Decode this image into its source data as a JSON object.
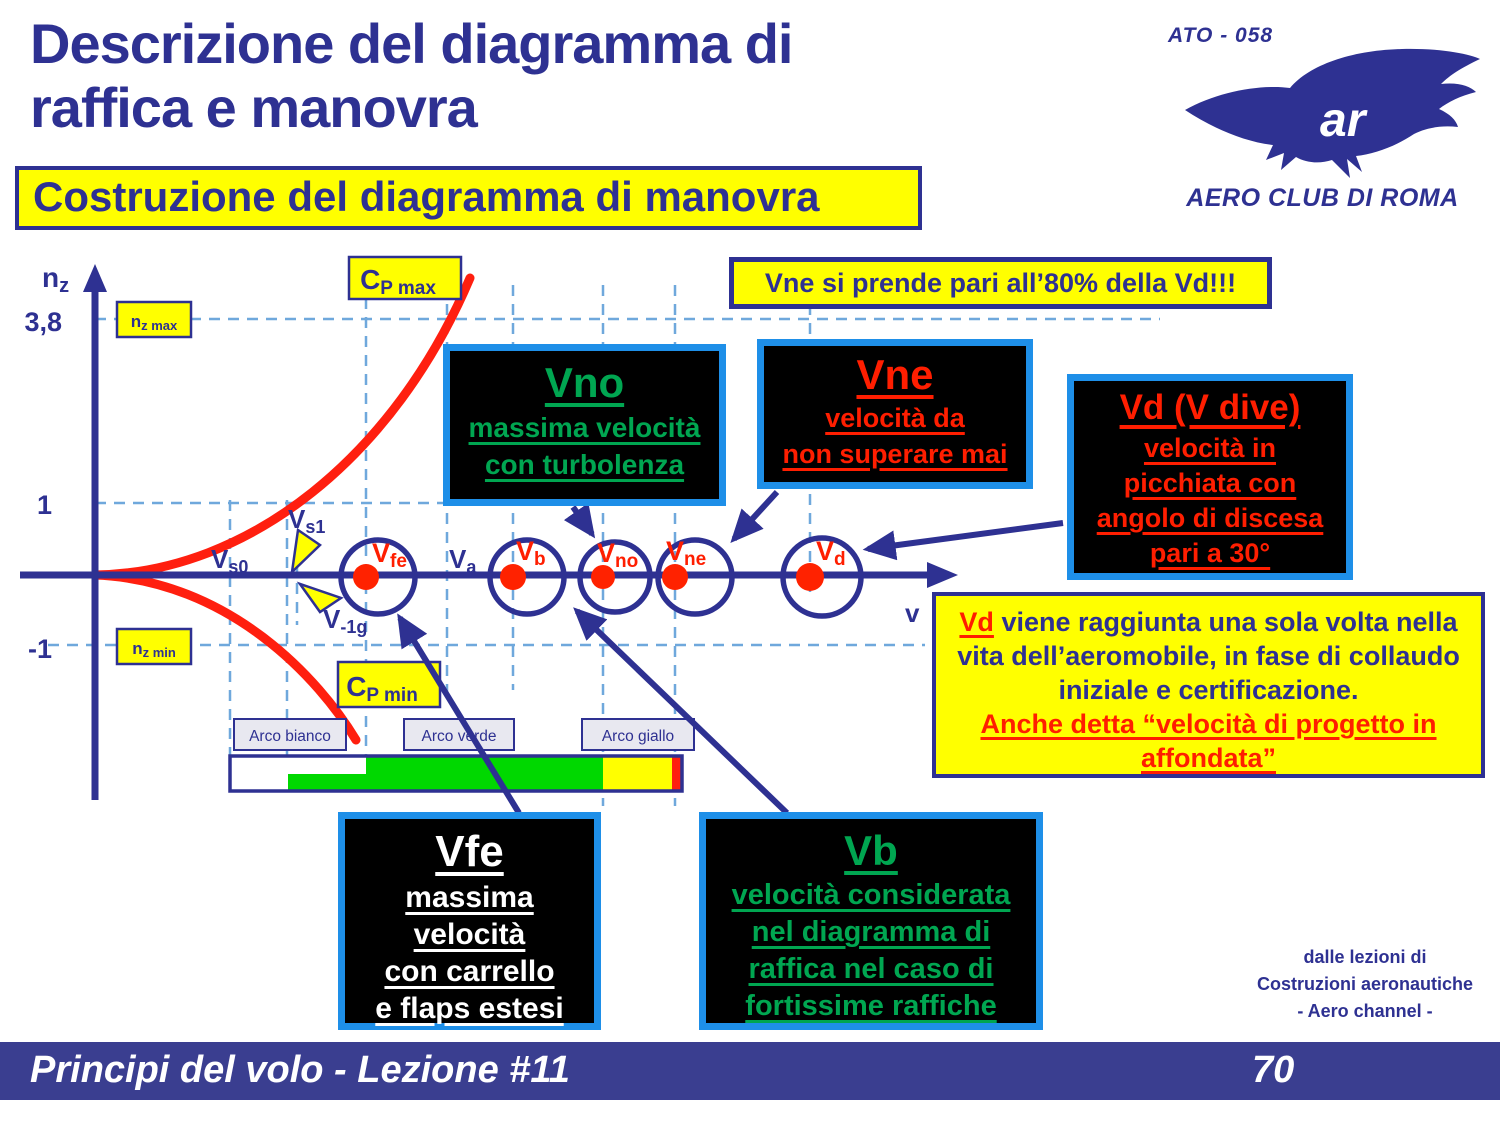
{
  "slide": {
    "title": "Descrizione del diagramma di\nraffica e manovra",
    "banner": "Costruzione del diagramma di manovra",
    "footer_left": "Principi del volo - Lezione #11",
    "footer_page": "70",
    "credits": [
      "dalle lezioni di",
      "Costruzioni aeronautiche",
      "- Aero channel -"
    ]
  },
  "logo": {
    "ato": "ATO - 058",
    "club": "AERO CLUB DI ROMA",
    "monogram": "ar"
  },
  "top_note": "Vne si prende pari all’80% della Vd!!!",
  "axis": {
    "y_main": "n",
    "y_sub": "z",
    "x_label": "v",
    "tick_top": "3,8",
    "tick_one": "1",
    "tick_neg": "-1"
  },
  "labels": {
    "nz_max": {
      "main": "n",
      "sub": "z max"
    },
    "nz_min": {
      "main": "n",
      "sub": "z min"
    },
    "cp_max": {
      "main": "C",
      "sub": "P max"
    },
    "cp_min": {
      "main": "C",
      "sub": "P min"
    },
    "vs0": {
      "main": "V",
      "sub": "s0"
    },
    "vs1": {
      "main": "V",
      "sub": "s1"
    },
    "vm1g": {
      "main": "V",
      "sub": "-1g"
    },
    "vfe": {
      "main": "V",
      "sub": "fe"
    },
    "va": {
      "main": "V",
      "sub": "a"
    },
    "vb": {
      "main": "V",
      "sub": "b"
    },
    "vno": {
      "main": "V",
      "sub": "no"
    },
    "vne": {
      "main": "V",
      "sub": "ne"
    },
    "vd": {
      "main": "V",
      "sub": "d"
    }
  },
  "arcs": {
    "bianco": "Arco bianco",
    "verde": "Arco verde",
    "giallo": "Arco giallo"
  },
  "callouts": {
    "vno": {
      "title": "Vno",
      "line1": "massima velocità",
      "line2": "con turbolenza"
    },
    "vne": {
      "title": "Vne",
      "line1": "velocità da",
      "line2": "non superare mai"
    },
    "vd": {
      "title": "Vd (V dive)",
      "line1": "velocità in",
      "line2": "picchiata con",
      "line3": "angolo di discesa",
      "line4": "pari a 30°"
    },
    "vfe": {
      "title": "Vfe",
      "line1": "massima",
      "line2": "velocità",
      "line3": "con carrello",
      "line4": "e flaps estesi"
    },
    "vb": {
      "title": "Vb",
      "line1": "velocità considerata",
      "line2": "nel diagramma di",
      "line3": "raffica nel caso di",
      "line4": "fortissime raffiche"
    }
  },
  "vd_note": {
    "lead": "Vd",
    "body": " viene raggiunta una sola volta nella vita dell’aeromobile, in fase di collaudo iniziale e certificazione.",
    "tail": "Anche detta “velocità di progetto in affondata”"
  },
  "colors": {
    "dark_blue": "#2E3192",
    "bright_blue": "#1E8FE8",
    "red": "#FF1E00",
    "green": "#00A651",
    "yellow": "#FFFF00",
    "bar_green": "#00D800",
    "grid_blue": "#6FA8DC"
  }
}
